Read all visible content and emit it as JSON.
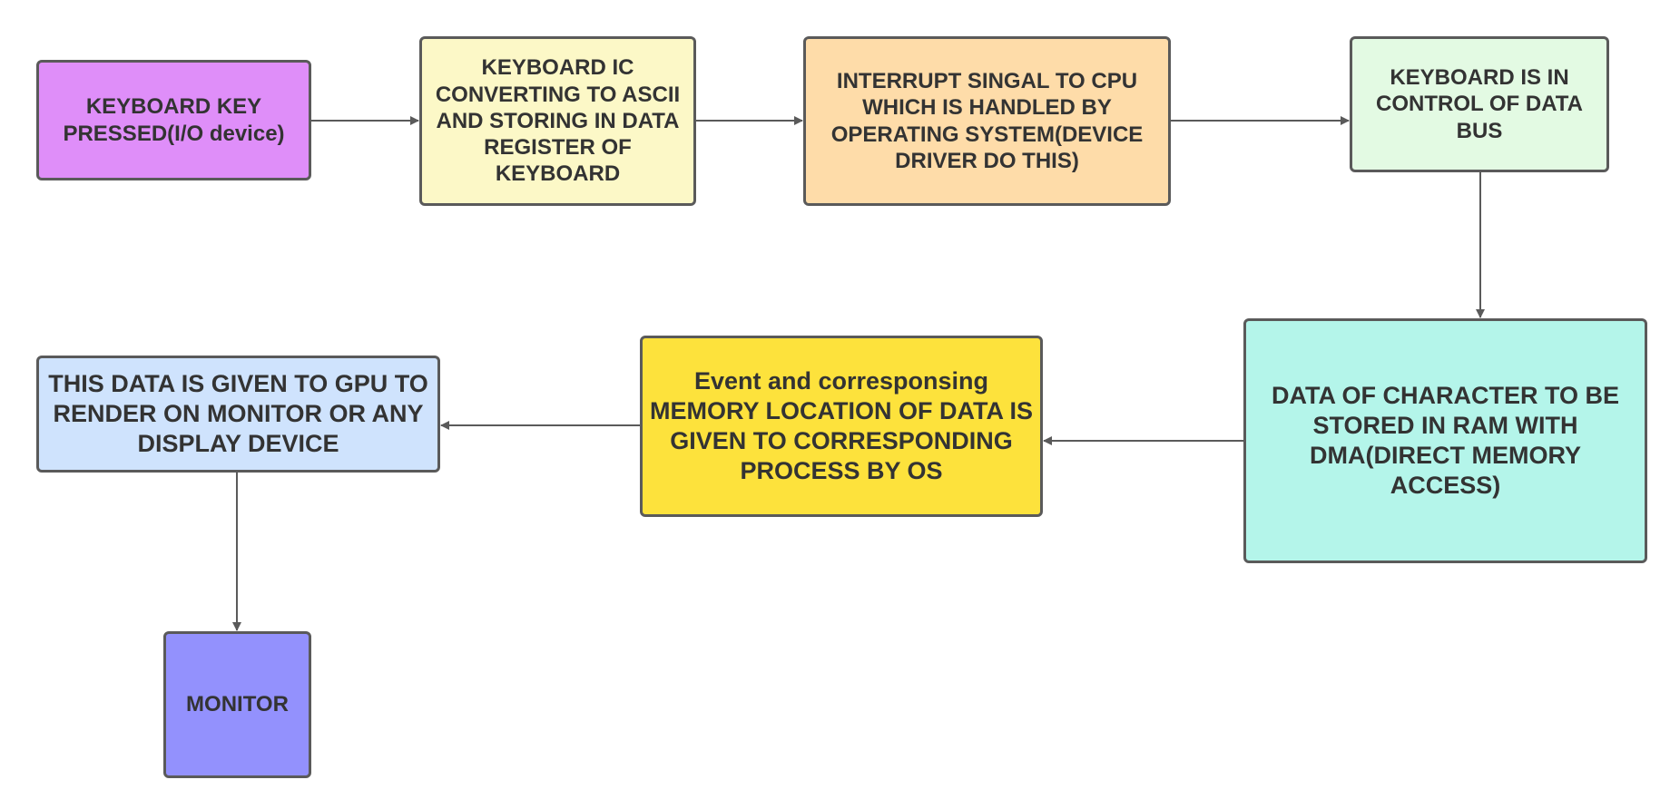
{
  "diagram": {
    "nodes": {
      "keypress": {
        "text": "KEYBOARD KEY PRESSED(I/O device)",
        "color": "#df8ef9"
      },
      "keyboard_ic": {
        "text": "KEYBOARD IC CONVERTING TO ASCII AND STORING IN DATA REGISTER OF KEYBOARD",
        "color": "#fcf8c7"
      },
      "interrupt": {
        "text": "INTERRUPT SINGAL TO CPU WHICH IS HANDLED BY OPERATING SYSTEM(DEVICE DRIVER DO THIS)",
        "color": "#fedca9"
      },
      "data_bus": {
        "text": "KEYBOARD IS IN CONTROL OF DATA BUS",
        "color": "#e3fae3"
      },
      "dma": {
        "text": "DATA OF CHARACTER TO BE STORED IN RAM WITH DMA(DIRECT MEMORY ACCESS)",
        "color": "#b4f5ea"
      },
      "event": {
        "text": "Event and corresponsing MEMORY LOCATION OF DATA IS GIVEN TO CORRESPONDING PROCESS BY OS",
        "color": "#fde23c"
      },
      "gpu": {
        "text": "THIS DATA IS GIVEN TO GPU TO RENDER ON MONITOR OR ANY DISPLAY DEVICE",
        "color": "#cfe3fd"
      },
      "monitor": {
        "text": "MONITOR",
        "color": "#9391fd"
      }
    },
    "edges": [
      {
        "from": "keypress",
        "to": "keyboard_ic"
      },
      {
        "from": "keyboard_ic",
        "to": "interrupt"
      },
      {
        "from": "interrupt",
        "to": "data_bus"
      },
      {
        "from": "data_bus",
        "to": "dma"
      },
      {
        "from": "dma",
        "to": "event"
      },
      {
        "from": "event",
        "to": "gpu"
      },
      {
        "from": "gpu",
        "to": "monitor"
      }
    ],
    "line_color": "#5a5a5a"
  }
}
